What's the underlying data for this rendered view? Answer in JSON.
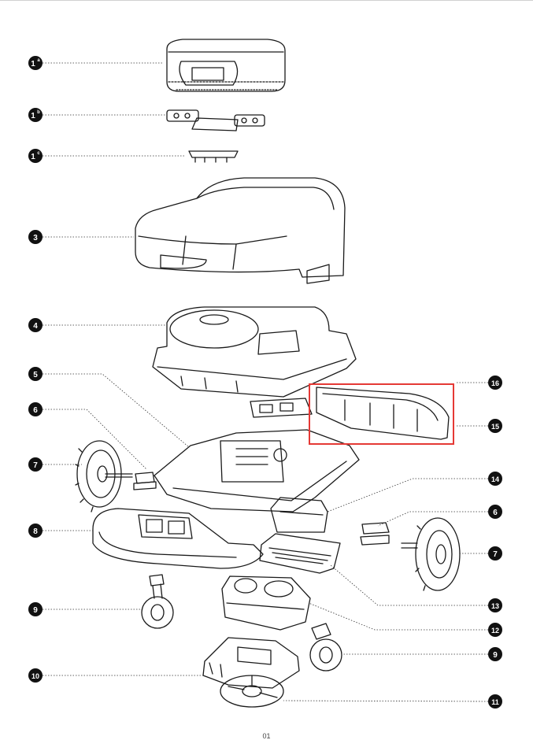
{
  "callouts": {
    "c1a": {
      "label": "1",
      "sup": "a"
    },
    "c1b": {
      "label": "1",
      "sup": "b"
    },
    "c1c": {
      "label": "1",
      "sup": "c"
    },
    "c3": {
      "label": "3"
    },
    "c4": {
      "label": "4"
    },
    "c5": {
      "label": "5"
    },
    "c6_left": {
      "label": "6"
    },
    "c7_left": {
      "label": "7"
    },
    "c8": {
      "label": "8"
    },
    "c9_left": {
      "label": "9"
    },
    "c10": {
      "label": "10"
    },
    "c16": {
      "label": "16"
    },
    "c15": {
      "label": "15"
    },
    "c14": {
      "label": "14"
    },
    "c6_right": {
      "label": "6"
    },
    "c7_right": {
      "label": "7"
    },
    "c13": {
      "label": "13"
    },
    "c12": {
      "label": "12"
    },
    "c9_right": {
      "label": "9"
    },
    "c11": {
      "label": "11"
    }
  },
  "highlight_color": "#e53935",
  "page_number": "01"
}
